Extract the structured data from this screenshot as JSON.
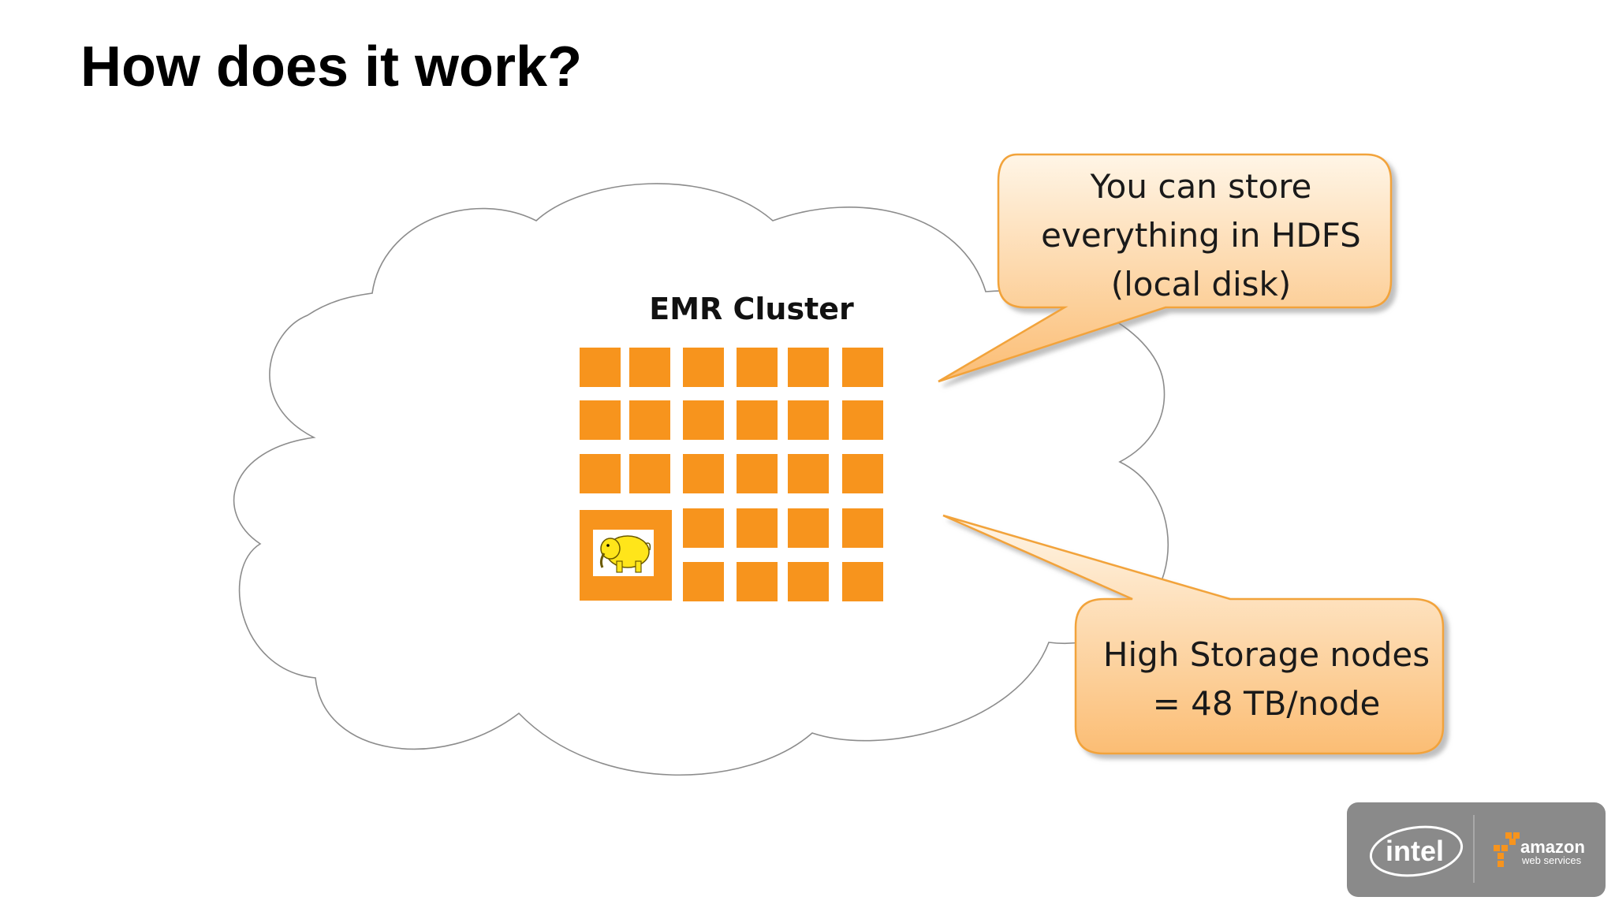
{
  "slide": {
    "title": "How does it work?"
  },
  "cluster": {
    "label": "EMR Cluster",
    "node_color": "#f7941d",
    "rows": 5,
    "columns": 6,
    "master_node_icon": "hadoop-elephant-icon"
  },
  "callouts": {
    "hdfs": {
      "lines": [
        "You can store",
        "everything in HDFS",
        "(local disk)"
      ]
    },
    "storage": {
      "lines": [
        "High Storage nodes",
        "= 48 TB/node"
      ]
    },
    "fill_top": "#fff3e0",
    "fill_bottom": "#fbbf78",
    "border": "#f2a33a"
  },
  "logos": {
    "intel": "intel",
    "aws_main": "amazon",
    "aws_sub": "web services"
  }
}
